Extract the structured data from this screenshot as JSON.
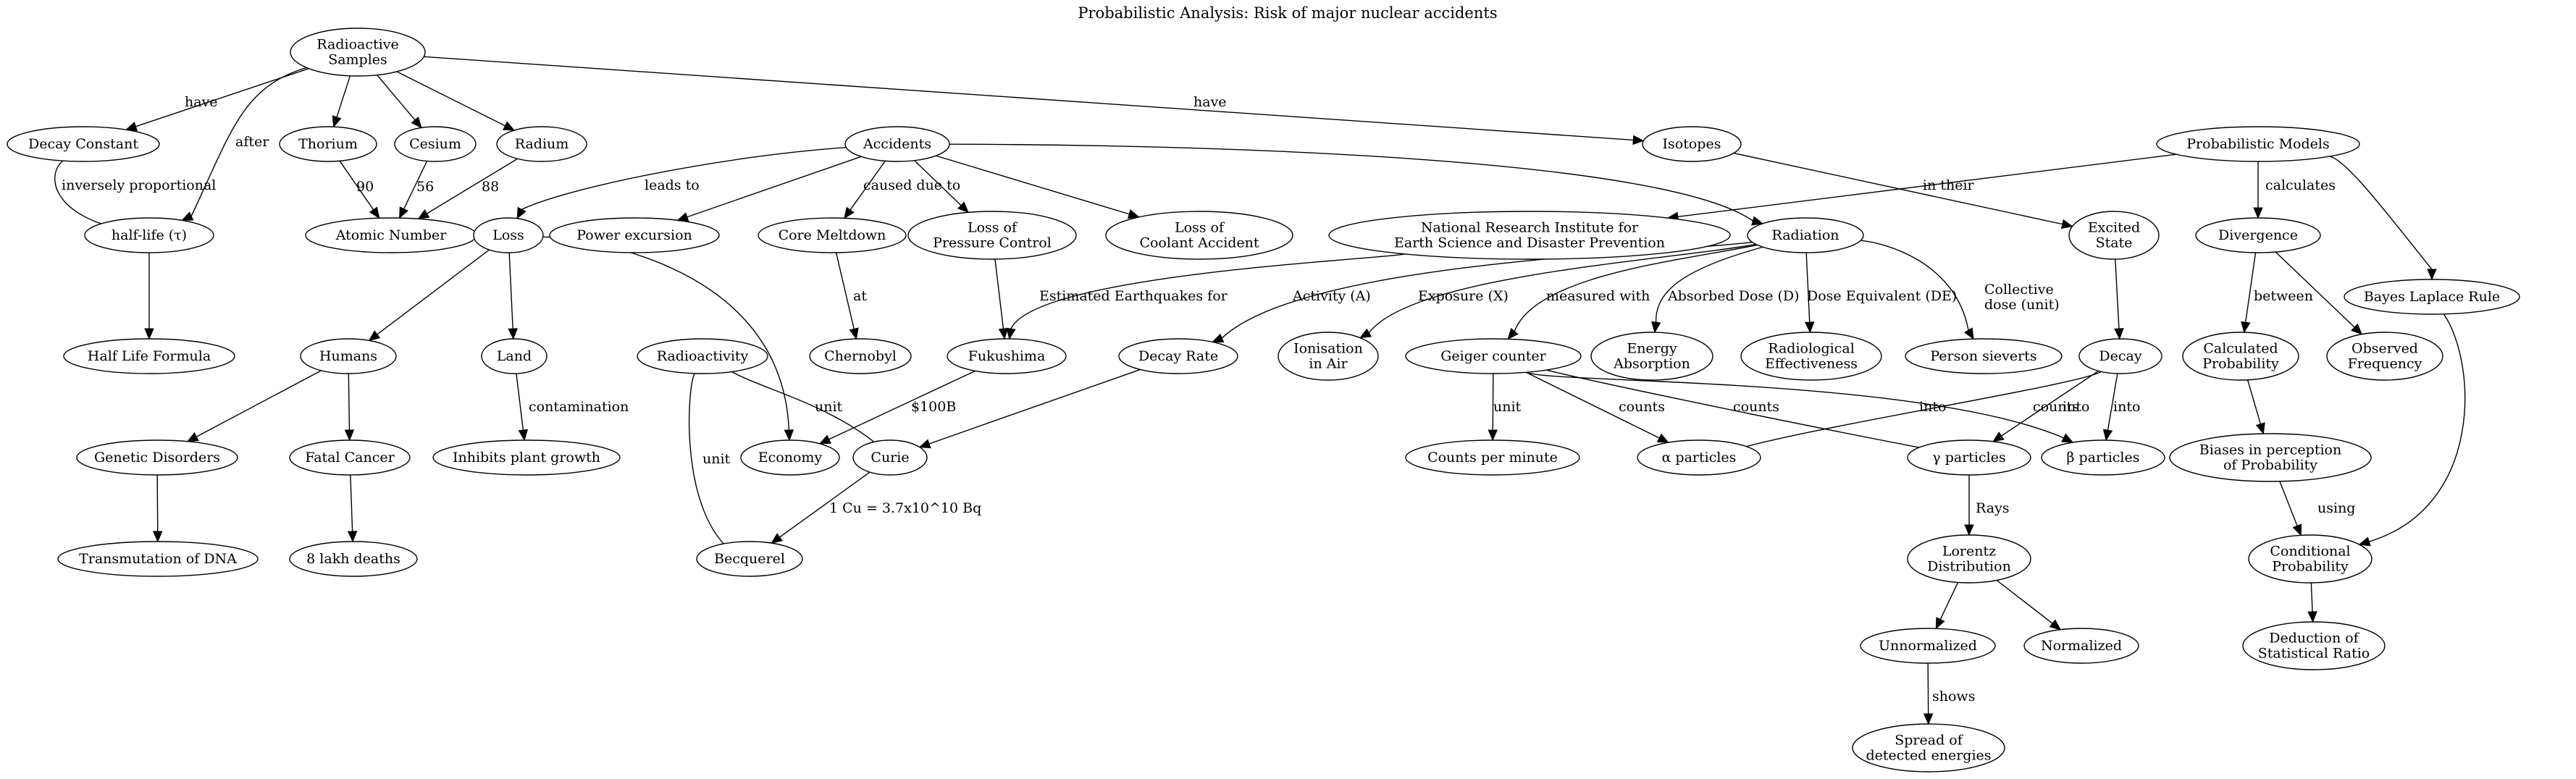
{
  "title": "Probabilistic Analysis: Risk of major nuclear accidents",
  "nodes": {
    "radioactive_samples": [
      "Radioactive",
      "Samples"
    ],
    "decay_constant": [
      "Decay Constant"
    ],
    "thorium": [
      "Thorium"
    ],
    "cesium": [
      "Cesium"
    ],
    "radium": [
      "Radium"
    ],
    "half_life": [
      "half-life (τ)"
    ],
    "atomic_number": [
      "Atomic Number"
    ],
    "half_life_formula": [
      "Half Life Formula"
    ],
    "accidents": [
      "Accidents"
    ],
    "loss": [
      "Loss"
    ],
    "power_excursion": [
      "Power excursion"
    ],
    "core_meltdown": [
      "Core Meltdown"
    ],
    "loss_pressure": [
      "Loss of",
      "Pressure Control"
    ],
    "loss_coolant": [
      "Loss of",
      "Coolant Accident"
    ],
    "isotopes": [
      "Isotopes"
    ],
    "excited_state": [
      "Excited",
      "State"
    ],
    "probabilistic_models": [
      "Probabilistic Models"
    ],
    "nridp": [
      "National Research Institute for",
      "Earth Science and Disaster Prevention"
    ],
    "radiation": [
      "Radiation"
    ],
    "divergence": [
      "Divergence"
    ],
    "bayes_laplace": [
      "Bayes Laplace Rule"
    ],
    "humans": [
      "Humans"
    ],
    "land": [
      "Land"
    ],
    "radioactivity": [
      "Radioactivity"
    ],
    "chernobyl": [
      "Chernobyl"
    ],
    "fukushima": [
      "Fukushima"
    ],
    "decay_rate": [
      "Decay Rate"
    ],
    "ionisation": [
      "Ionisation",
      "in Air"
    ],
    "geiger": [
      "Geiger counter"
    ],
    "energy_absorption": [
      "Energy",
      "Absorption"
    ],
    "rbe": [
      "Radiological",
      "Effectiveness"
    ],
    "person_sieverts": [
      "Person sieverts"
    ],
    "decay": [
      "Decay"
    ],
    "calculated_probability": [
      "Calculated",
      "Probability"
    ],
    "observed_frequency": [
      "Observed",
      "Frequency"
    ],
    "genetic_disorders": [
      "Genetic Disorders"
    ],
    "fatal_cancer": [
      "Fatal Cancer"
    ],
    "inhibits_plant": [
      "Inhibits plant growth"
    ],
    "economy": [
      "Economy"
    ],
    "curie": [
      "Curie"
    ],
    "counts_per_minute": [
      "Counts per minute"
    ],
    "alpha": [
      "α particles"
    ],
    "gamma": [
      "γ particles"
    ],
    "beta": [
      "β particles"
    ],
    "biases": [
      "Biases in perception",
      "of Probability"
    ],
    "transmutation": [
      "Transmutation of DNA"
    ],
    "lakh_deaths": [
      "8 lakh deaths"
    ],
    "becquerel": [
      "Becquerel"
    ],
    "lorentz": [
      "Lorentz",
      "Distribution"
    ],
    "conditional_probability": [
      "Conditional",
      "Probability"
    ],
    "unnormalized": [
      "Unnormalized"
    ],
    "normalized": [
      "Normalized"
    ],
    "deduction": [
      "Deduction of",
      "Statistical Ratio"
    ],
    "spread": [
      "Spread of",
      "detected energies"
    ]
  },
  "edge_labels": {
    "have1": [
      "have"
    ],
    "after": [
      "after"
    ],
    "have2": [
      "have"
    ],
    "inversely": [
      "inversely proportional"
    ],
    "n90": [
      "90"
    ],
    "n56": [
      "56"
    ],
    "n88": [
      "88"
    ],
    "leads_to": [
      "leads to"
    ],
    "caused_due_to": [
      "caused due to"
    ],
    "in_their": [
      "in their"
    ],
    "calculates": [
      "calculates"
    ],
    "between": [
      "between"
    ],
    "at": [
      "at"
    ],
    "estimated_eq": [
      "Estimated Earthquakes for"
    ],
    "activity": [
      "Activity (A)"
    ],
    "exposure": [
      "Exposure (X)"
    ],
    "measured_with": [
      "measured with"
    ],
    "absorbed_dose": [
      "Absorbed Dose (D)"
    ],
    "dose_equivalent": [
      "Dose Equivalent (DE)"
    ],
    "collective": [
      "Collective",
      "dose (unit)"
    ],
    "contamination": [
      "contamination"
    ],
    "unit_curie": [
      "unit"
    ],
    "usd100b": [
      "$100B"
    ],
    "unit_geiger": [
      "unit"
    ],
    "counts_a": [
      "counts"
    ],
    "counts_g": [
      "counts"
    ],
    "counts_b": [
      "counts"
    ],
    "into_a": [
      "into"
    ],
    "into_g": [
      "into"
    ],
    "into_b": [
      "into"
    ],
    "unit_bq": [
      "unit"
    ],
    "curie_eq": [
      "1 Cu = 3.7x10^10 Bq"
    ],
    "rays": [
      "Rays"
    ],
    "using": [
      "using"
    ],
    "shows": [
      "shows"
    ]
  }
}
